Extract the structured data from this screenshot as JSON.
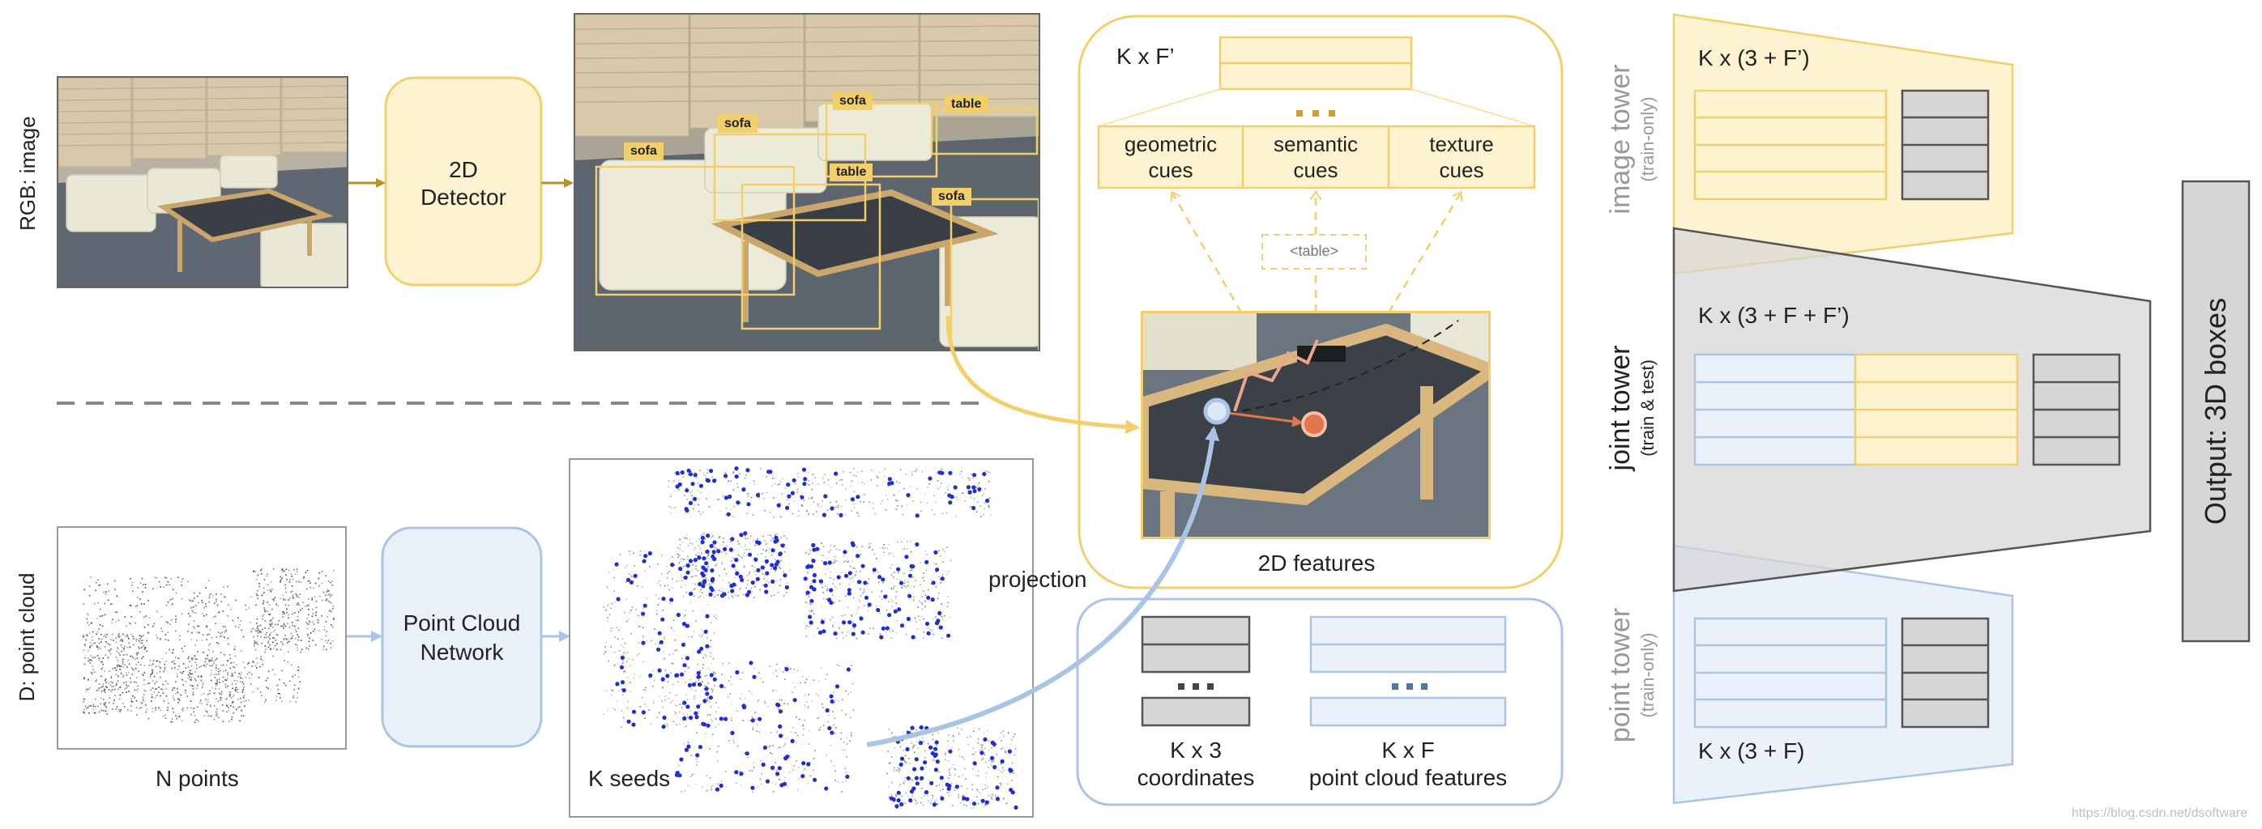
{
  "inputs": {
    "rgb_label": "RGB: image",
    "pc_label": "D: point cloud",
    "n_points": "N points",
    "k_seeds": "K seeds"
  },
  "modules": {
    "detector": [
      "2D",
      "Detector"
    ],
    "pc_network": [
      "Point Cloud",
      "Network"
    ],
    "projection": "projection"
  },
  "detections": [
    {
      "label": "sofa"
    },
    {
      "label": "table"
    },
    {
      "label": "sofa"
    },
    {
      "label": "sofa"
    },
    {
      "label": "table"
    },
    {
      "label": "sofa"
    }
  ],
  "features2d": {
    "kf": "K x F’",
    "cues": [
      {
        "line1": "geometric",
        "line2": "cues"
      },
      {
        "line1": "semantic",
        "line2": "cues"
      },
      {
        "line1": "texture",
        "line2": "cues"
      }
    ],
    "tag": "<table>",
    "caption": "2D features"
  },
  "seedfeat": {
    "coords": [
      "K x 3",
      "coordinates"
    ],
    "pcfeat": [
      "K x F",
      "point cloud features"
    ]
  },
  "towers": {
    "image": {
      "name": "image tower",
      "sub": "(train-only)",
      "dims": "K x (3 + F’)"
    },
    "joint": {
      "name": "joint tower",
      "sub": "(train & test)",
      "dims": "K x (3 + F + F’)"
    },
    "point": {
      "name": "point tower",
      "sub": "(train-only)",
      "dims": "K x (3 + F)"
    }
  },
  "output": "Output: 3D boxes",
  "watermark": "https://blog.csdn.net/dsoftware",
  "colors": {
    "yellow": "#f2cf6a",
    "yellow_fill": "#fdf3d0",
    "blue": "#a9c4e6",
    "blue_fill": "#eaf1fa",
    "gray": "#555555",
    "gray_fill": "#d6d6d6",
    "arrow_gold": "#b8952b",
    "point_blue": "#1e2fd6"
  }
}
